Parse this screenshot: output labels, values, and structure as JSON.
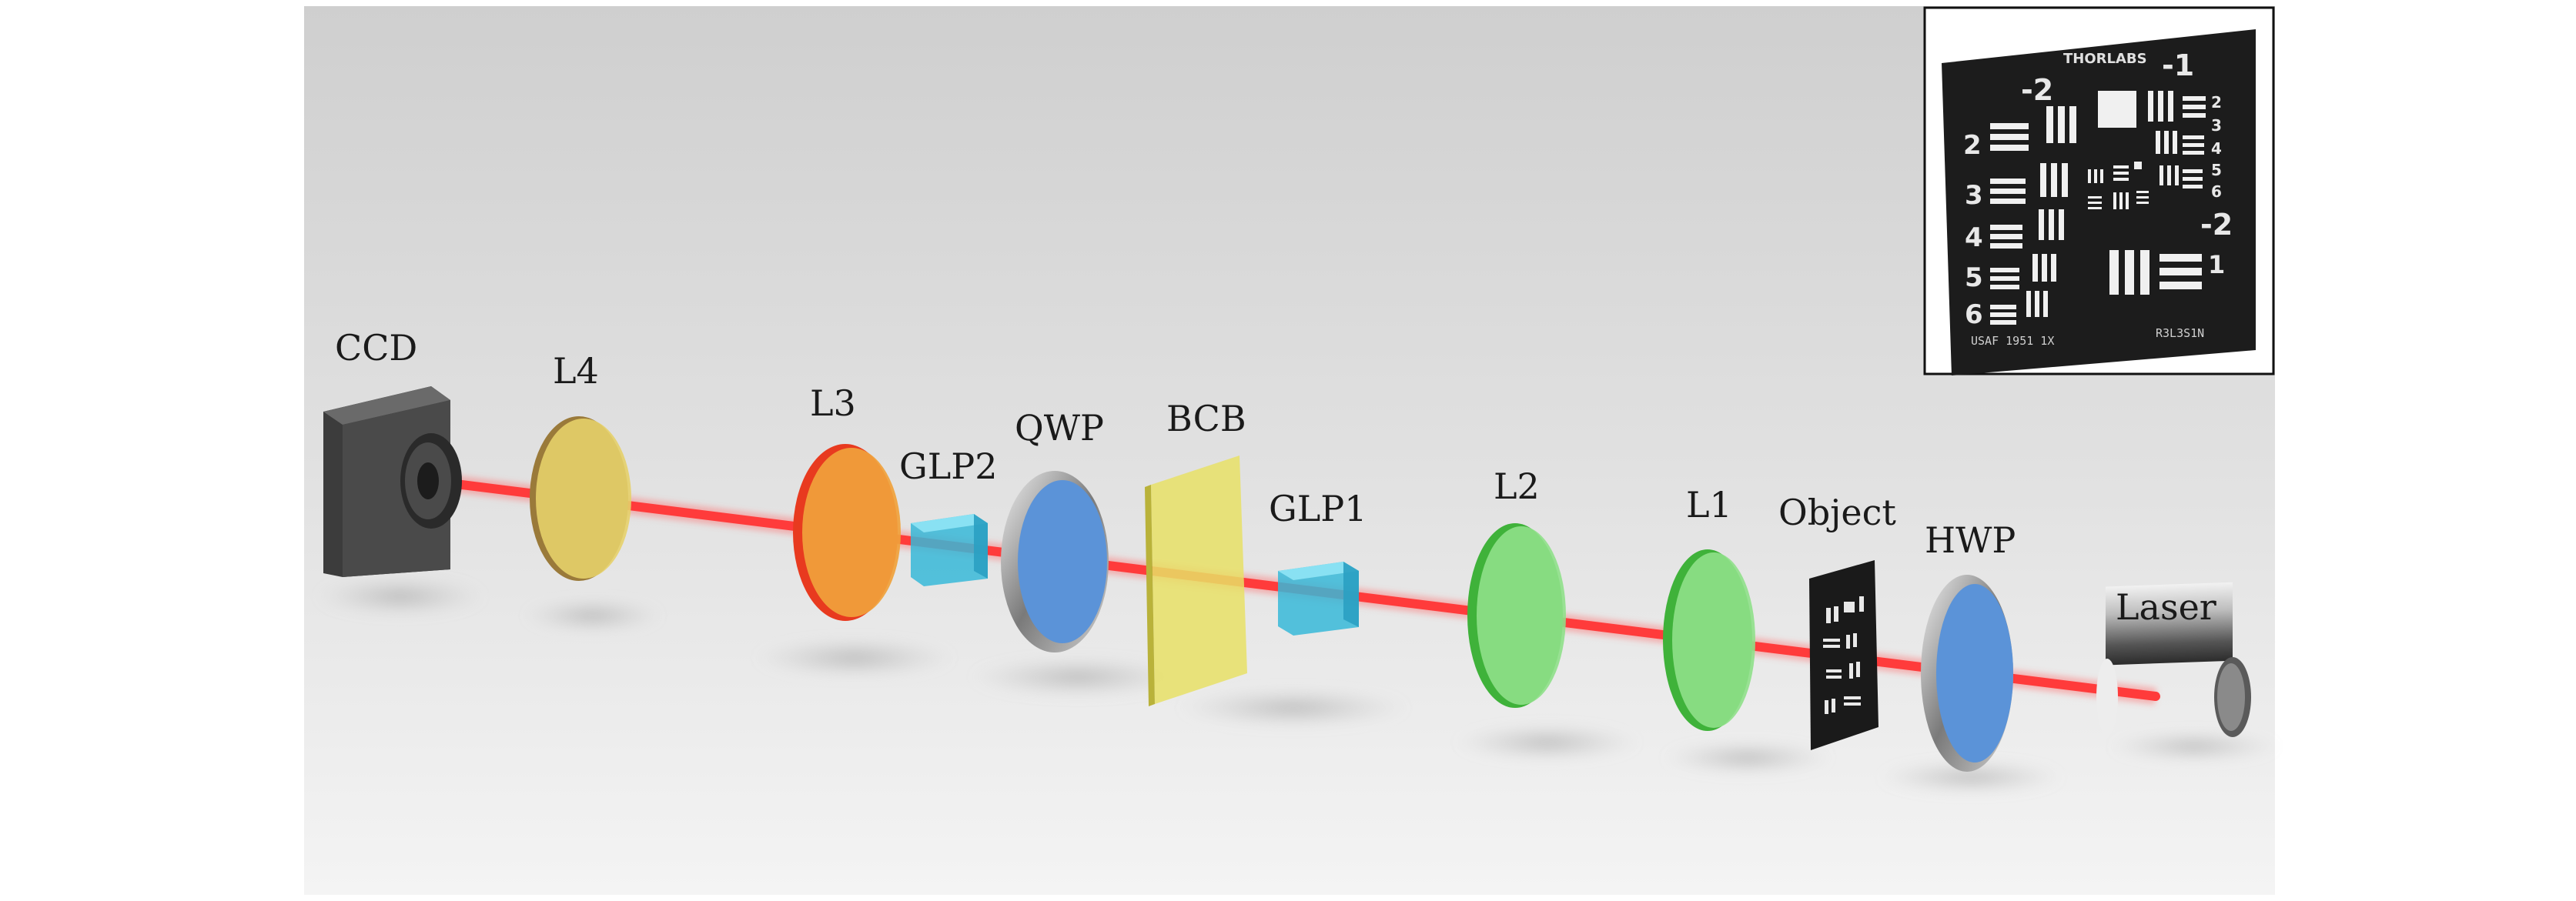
{
  "labels": {
    "ccd": "CCD",
    "l4": "L4",
    "l3": "L3",
    "glp2": "GLP2",
    "qwp": "QWP",
    "bcb": "BCB",
    "glp1": "GLP1",
    "l2": "L2",
    "l1": "L1",
    "object": "Object",
    "hwp": "HWP",
    "laser": "Laser"
  },
  "inset": {
    "brand": "THORLABS",
    "standard": "USAF 1951 1X",
    "part": "R3L3S1N",
    "group_labels": [
      "-2",
      "-1",
      "2",
      "3",
      "4",
      "5",
      "6",
      "-2",
      "1",
      "2",
      "3",
      "4",
      "5",
      "6"
    ]
  },
  "colors": {
    "beam": "#ff3b3b",
    "lens_yellow": "#e6d06a",
    "lens_orange": "#f0a23c",
    "lens_green": "#6fd36a",
    "waveplate_blue": "#5b93d8",
    "polarizer_cyan": "#3ec9e6",
    "bcb_yellow": "#e8e066"
  }
}
